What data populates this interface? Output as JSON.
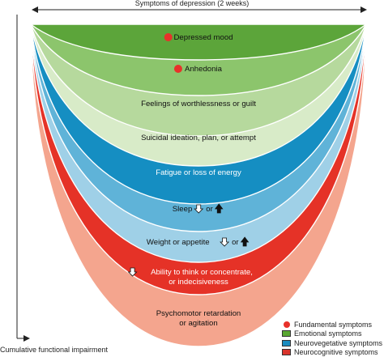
{
  "header": {
    "axis_label": "Symptoms of depression (2 weeks)"
  },
  "side_axis": {
    "label": "Cumulative functional impairment"
  },
  "colors": {
    "fundamental": "#e8312a",
    "emotional": "#5aa832",
    "neurovegetative": "#1a8bbf",
    "neurocognitive": "#d9342b",
    "green_dark": "#5ca53a",
    "green_mid": "#8cc56c",
    "green_light": "#b6d99d",
    "green_pale": "#d8ebc8",
    "blue_dark": "#158ec2",
    "blue_light": "#9fd0e7",
    "red_dark": "#e53227",
    "red_light": "#f4a58e",
    "dot": "#e8312a"
  },
  "layers": [
    {
      "label": "Depressed mood",
      "group": "fundamental",
      "has_dot": true,
      "text_color": "#111111"
    },
    {
      "label": "Anhedonia",
      "group": "fundamental",
      "has_dot": true,
      "text_color": "#111111"
    },
    {
      "label": "Feelings of worthlessness or guilt",
      "group": "emotional",
      "text_color": "#111111"
    },
    {
      "label": "Suicidal ideation, plan, or attempt",
      "group": "emotional",
      "text_color": "#111111"
    },
    {
      "label": "Fatigue or loss of energy",
      "group": "neurovegetative",
      "text_color": "#ffffff"
    },
    {
      "label": "Sleep",
      "suffix": "or",
      "arrows": [
        "down-outline",
        "up-solid"
      ],
      "group": "neurovegetative",
      "text_color": "#111111"
    },
    {
      "label": "Weight or appetite",
      "suffix": "or",
      "arrows": [
        "down-outline",
        "up-solid"
      ],
      "group": "neurovegetative",
      "text_color": "#111111"
    },
    {
      "label": "Ability to think or concentrate,",
      "label2": "or indecisiveness",
      "arrows": [
        "down-outline-white"
      ],
      "group": "neurocognitive",
      "text_color": "#ffffff"
    },
    {
      "label": "Psychomotor retardation",
      "label2": "or agitation",
      "group": "neurocognitive",
      "text_color": "#111111"
    }
  ],
  "legend": [
    {
      "label": "Fundamental symptoms",
      "kind": "dot",
      "color": "#e8312a"
    },
    {
      "label": "Emotional symptoms",
      "kind": "swatch",
      "color": "#5aa832"
    },
    {
      "label": "Neurovegetative symptoms",
      "kind": "swatch",
      "color": "#1a8bbf"
    },
    {
      "label": "Neurocognitive symptoms",
      "kind": "swatch",
      "color": "#d9342b"
    }
  ]
}
